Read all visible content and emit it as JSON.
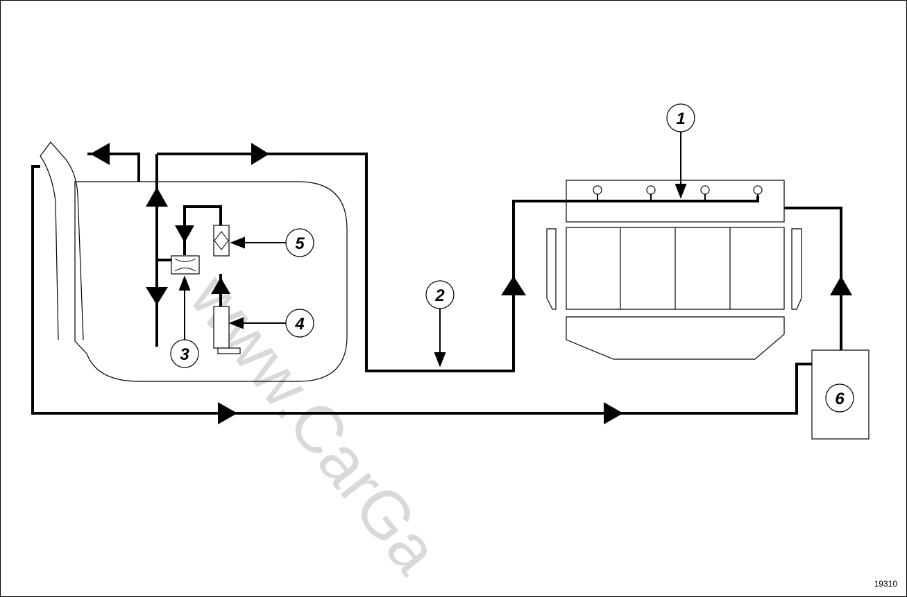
{
  "diagram": {
    "callouts": [
      "1",
      "2",
      "3",
      "4",
      "5",
      "6"
    ],
    "figure_reference": "19310",
    "watermark": "www.CarGa"
  },
  "colors": {
    "line": "#000000",
    "background": "#ffffff",
    "watermark": "#d9d9d9"
  }
}
